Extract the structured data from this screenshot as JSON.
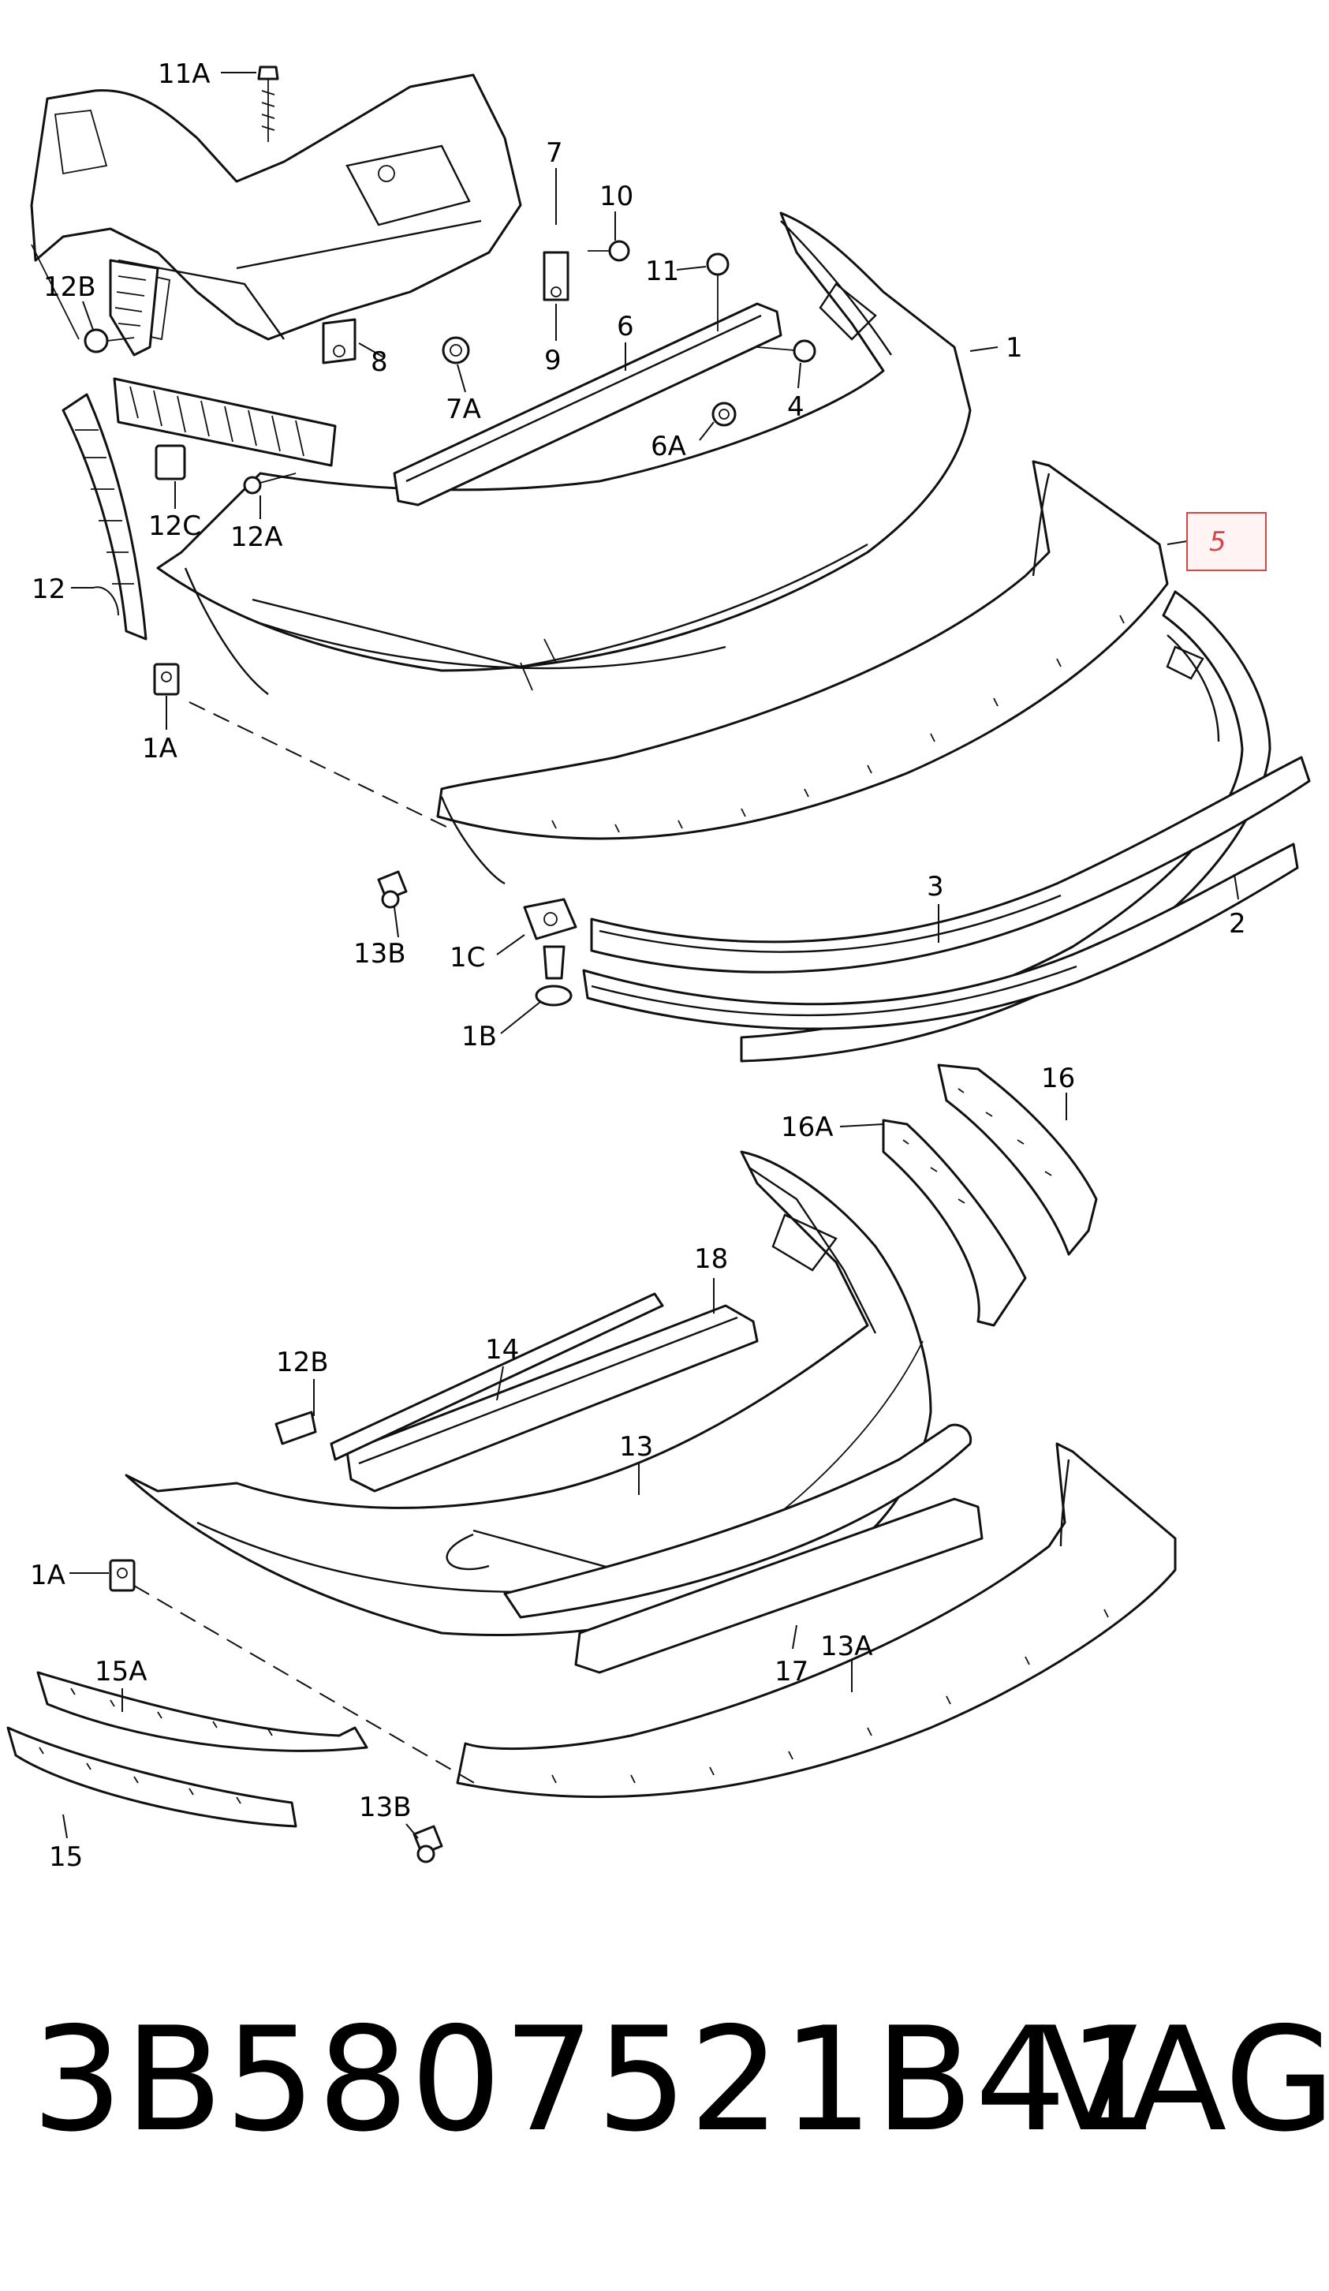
{
  "callouts": {
    "c11A": "11A",
    "c7": "7",
    "c10": "10",
    "c11": "11",
    "c12B": "12B",
    "c9": "9",
    "c6": "6",
    "c1": "1",
    "c8": "8",
    "c7A": "7A",
    "c4": "4",
    "c6A": "6A",
    "c12C": "12C",
    "c12A": "12A",
    "c5": "5",
    "c12": "12",
    "c1A": "1A",
    "c13B": "13B",
    "c1C": "1C",
    "c3": "3",
    "c2": "2",
    "c1B": "1B",
    "c16": "16",
    "c16A": "16A",
    "c18": "18",
    "c12B_b": "12B",
    "c14": "14",
    "c13": "13",
    "c1A_b": "1A",
    "c15A": "15A",
    "c17": "17",
    "c13A": "13A",
    "c13B_b": "13B",
    "c15": "15"
  },
  "highlight": {
    "color": "#d04848",
    "callout": "5"
  },
  "footer": {
    "part_number": "3B5807521B41",
    "brand": "VAG"
  }
}
